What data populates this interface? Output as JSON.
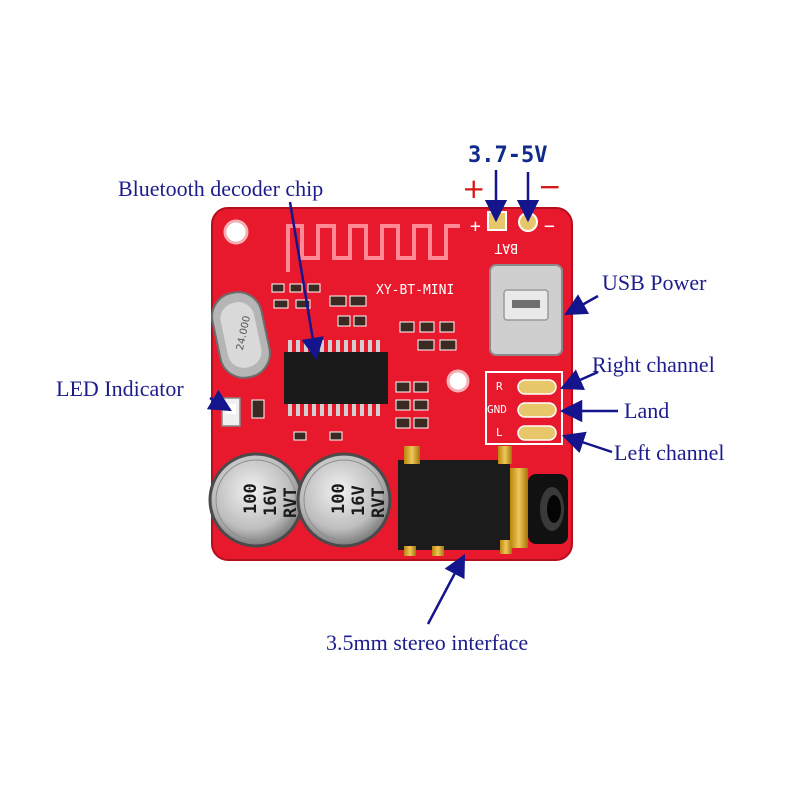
{
  "labels": {
    "voltage": "3.7-5V",
    "plus": "+",
    "minus": "−",
    "bluetooth_chip": "Bluetooth decoder chip",
    "usb_power": "USB Power",
    "led_indicator": "LED Indicator",
    "right_channel": "Right channel",
    "land": "Land",
    "left_channel": "Left channel",
    "stereo_interface": "3.5mm stereo interface"
  },
  "board": {
    "model": "XY-BT-MINI",
    "bat": "BAT",
    "bat_plus": "+",
    "bat_minus": "−",
    "pin_r": "R",
    "pin_gnd": "GND",
    "pin_l": "L",
    "crystal": "24.000",
    "cap1_value": "100",
    "cap1_voltage": "16V",
    "cap1_series": "RVT",
    "cap2_value": "100",
    "cap2_voltage": "16V",
    "cap2_series": "RVT"
  },
  "colors": {
    "pcb": "#e8192c",
    "pcb_dark": "#c10f1f",
    "label_text": "#1c1c8c",
    "plus_minus": "#d81818"
  }
}
